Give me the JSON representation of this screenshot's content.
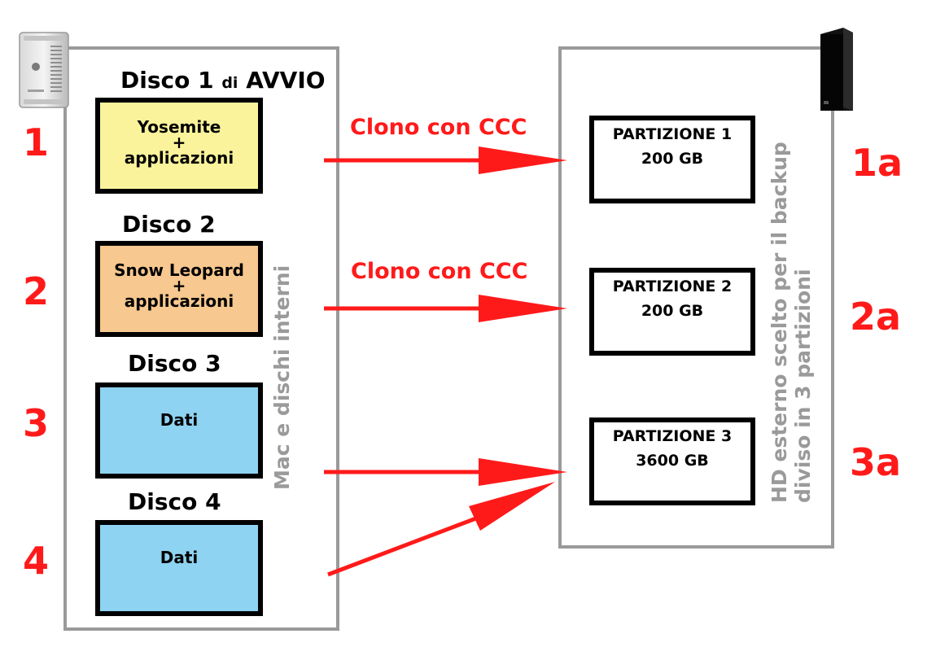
{
  "internal": {
    "side_label": "Mac e dischi interni",
    "disks": [
      {
        "number": "1",
        "title": "Disco 1",
        "title_small": "di",
        "title_suffix": "AVVIO",
        "lines": [
          "Yosemite",
          "+",
          "applicazioni"
        ],
        "color": "#fbf39b"
      },
      {
        "number": "2",
        "title": "Disco 2",
        "lines": [
          "Snow Leopard",
          "+",
          "applicazioni"
        ],
        "color": "#f7c88f"
      },
      {
        "number": "3",
        "title": "Disco 3",
        "lines": [
          "Dati"
        ],
        "color": "#8ed3f1"
      },
      {
        "number": "4",
        "title": "Disco 4",
        "lines": [
          "Dati"
        ],
        "color": "#8ed3f1"
      }
    ]
  },
  "external": {
    "side_label_line1": "HD esterno scelto per il backup",
    "side_label_line2": "diviso in 3 partizioni",
    "partitions": [
      {
        "number": "1a",
        "name": "PARTIZIONE 1",
        "size": "200 GB"
      },
      {
        "number": "2a",
        "name": "PARTIZIONE 2",
        "size": "200 GB"
      },
      {
        "number": "3a",
        "name": "PARTIZIONE 3",
        "size": "3600 GB"
      }
    ]
  },
  "arrows": {
    "label_1": "Clono con CCC",
    "label_2": "Clono con CCC"
  },
  "colors": {
    "accent": "#ff1a1a",
    "frame": "#9a9a9a"
  },
  "icons": {
    "computer": "mac-pro-tower-icon",
    "drive": "external-hard-drive-icon"
  }
}
